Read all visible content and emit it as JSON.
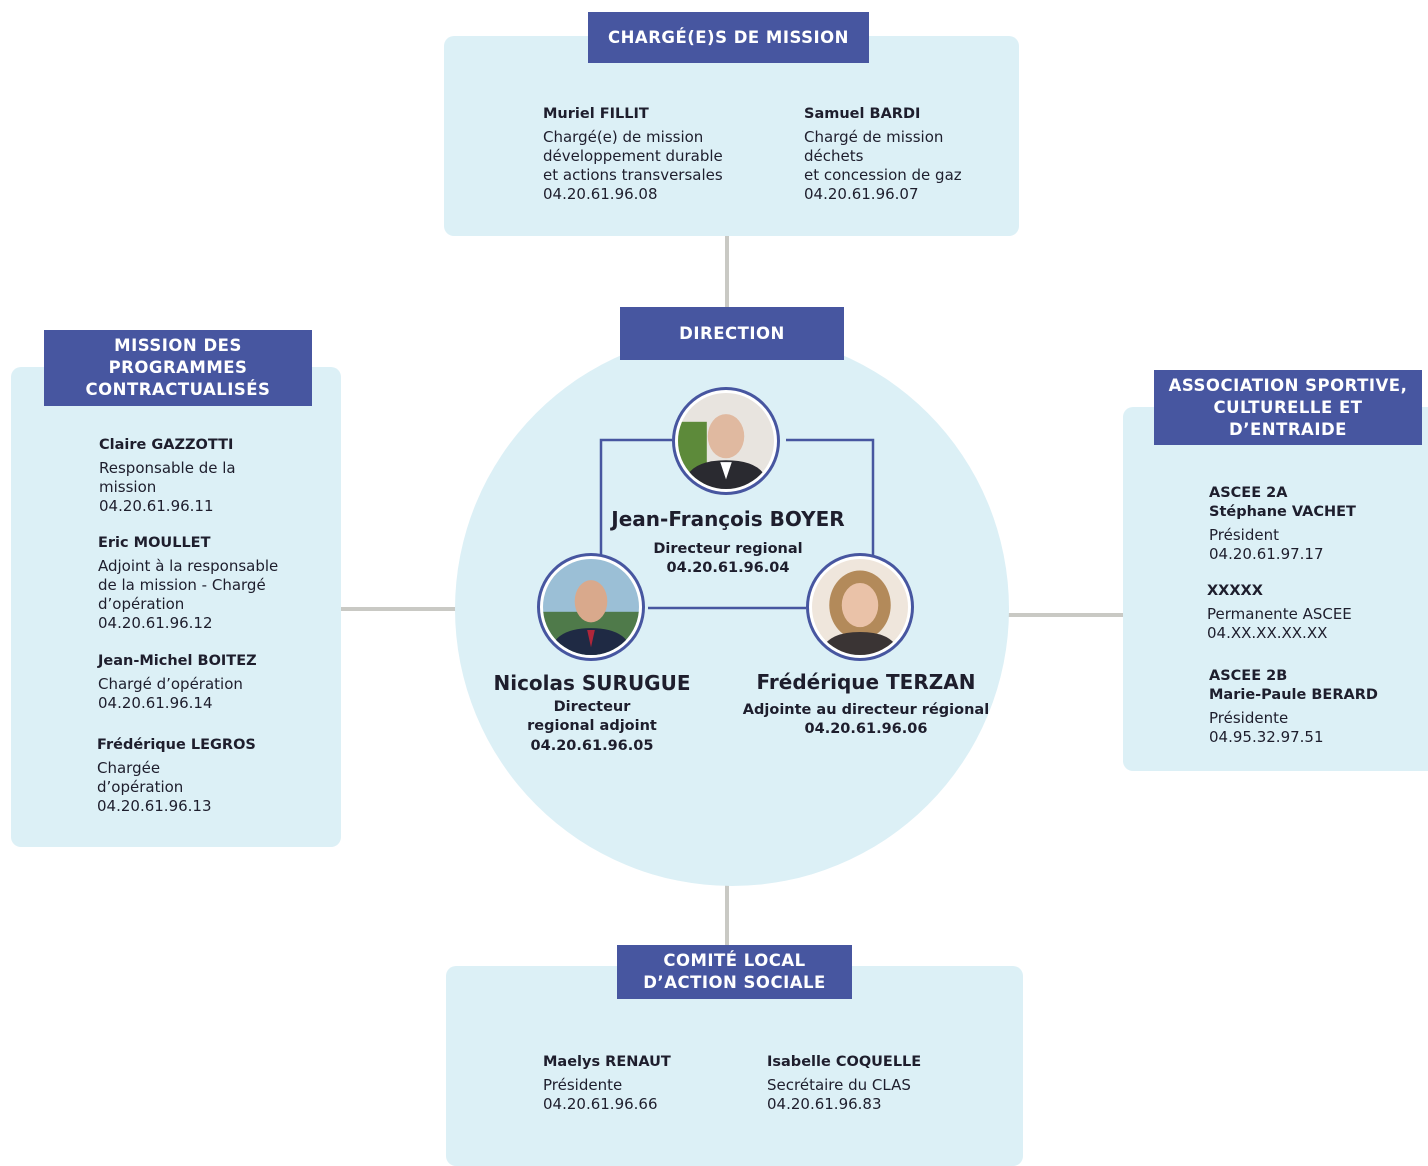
{
  "charges": {
    "title": "CHARGÉ(E)S DE MISSION",
    "people": [
      {
        "name": "Muriel FILLIT",
        "role": "Chargé(e) de mission\ndéveloppement durable\net actions transversales",
        "phone": "04.20.61.96.08"
      },
      {
        "name": "Samuel BARDI",
        "role": "Chargé de mission\ndéchets\net concession de gaz",
        "phone": "04.20.61.96.07"
      }
    ]
  },
  "direction": {
    "title": "DIRECTION",
    "people": [
      {
        "name": "Jean-François BOYER",
        "role": "Directeur regional",
        "phone": "04.20.61.96.04"
      },
      {
        "name": "Nicolas SURUGUE",
        "role": "Directeur\nregional adjoint",
        "phone": "04.20.61.96.05"
      },
      {
        "name": "Frédérique TERZAN",
        "role": "Adjointe au directeur régional",
        "phone": "04.20.61.96.06"
      }
    ]
  },
  "mission": {
    "title": "MISSION DES\nPROGRAMMES\nCONTRACTUALISÉS",
    "people": [
      {
        "name": "Claire GAZZOTTI",
        "role": "Responsable de la\nmission",
        "phone": "04.20.61.96.11"
      },
      {
        "name": "Eric MOULLET",
        "role": "Adjoint à la responsable\nde la mission - Chargé\nd’opération",
        "phone": "04.20.61.96.12"
      },
      {
        "name": "Jean-Michel BOITEZ",
        "role": "Chargé d’opération",
        "phone": "04.20.61.96.14"
      },
      {
        "name": "Frédérique LEGROS",
        "role": "Chargée\nd’opération",
        "phone": "04.20.61.96.13"
      }
    ]
  },
  "association": {
    "title": "ASSOCIATION SPORTIVE,\nCULTURELLE ET\nD’ENTRAIDE",
    "people": [
      {
        "name": "ASCEE 2A\nStéphane VACHET",
        "role": "Président",
        "phone": "04.20.61.97.17"
      },
      {
        "name": "XXXXX",
        "role": "Permanente ASCEE",
        "phone": "04.XX.XX.XX.XX"
      },
      {
        "name": "ASCEE 2B\nMarie-Paule BERARD",
        "role": "Présidente",
        "phone": "04.95.32.97.51"
      }
    ]
  },
  "clas": {
    "title": "COMITÉ LOCAL\nD’ACTION SOCIALE",
    "people": [
      {
        "name": "Maelys RENAUT",
        "role": "Présidente",
        "phone": "04.20.61.96.66"
      },
      {
        "name": "Isabelle COQUELLE",
        "role": "Secrétaire du CLAS",
        "phone": "04.20.61.96.83"
      }
    ]
  },
  "colors": {
    "header": "#4756a0",
    "panel": "#dcf0f6",
    "connector": "#c9c9c4"
  }
}
